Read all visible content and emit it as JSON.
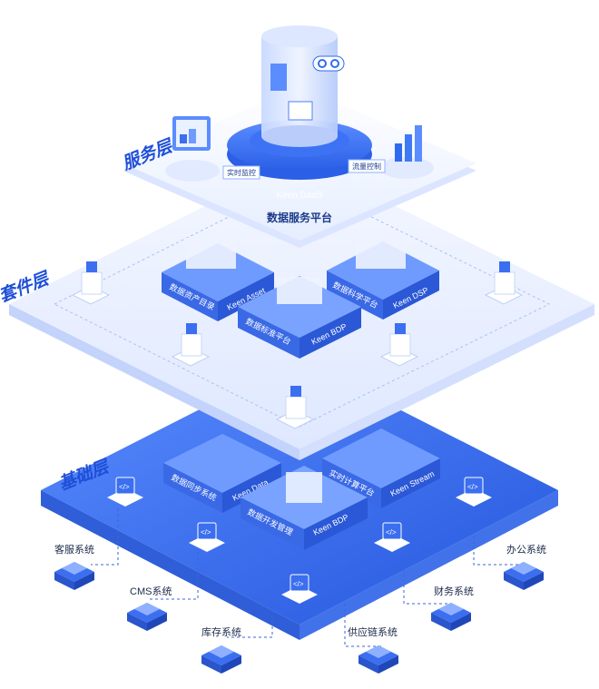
{
  "layers": {
    "service": "服务层",
    "suite": "套件层",
    "base": "基础层"
  },
  "service_layer": {
    "core_label": "Keen DaaS",
    "platform_title": "数据服务平台",
    "tag_monitor": "实时监控",
    "tag_flow": "流量控制"
  },
  "suite_layer": {
    "block_left_face": "数据资产目录",
    "block_left_name": "Keen Asset",
    "block_right_face": "数据科学平台",
    "block_right_name": "Keen DSP",
    "block_front_face": "数据标准平台",
    "block_front_name": "Keen BDP"
  },
  "base_layer": {
    "block_left_face": "数据同步系统",
    "block_left_name": "Keen Data",
    "block_right_face": "实时计算平台",
    "block_right_name": "Keen Stream",
    "block_front_face": "数据开发管理",
    "block_front_name": "Keen BDP"
  },
  "systems": {
    "customer_service": "客服系统",
    "cms": "CMS系统",
    "inventory": "库存系统",
    "supply_chain": "供应链系统",
    "finance": "财务系统",
    "office": "办公系统"
  },
  "colors": {
    "primary": "#2f6bf0",
    "deep": "#1e4fd8",
    "light": "#e9f0ff",
    "plate_top": "#f3f6ff",
    "plate_side": "#c9d8fb"
  }
}
